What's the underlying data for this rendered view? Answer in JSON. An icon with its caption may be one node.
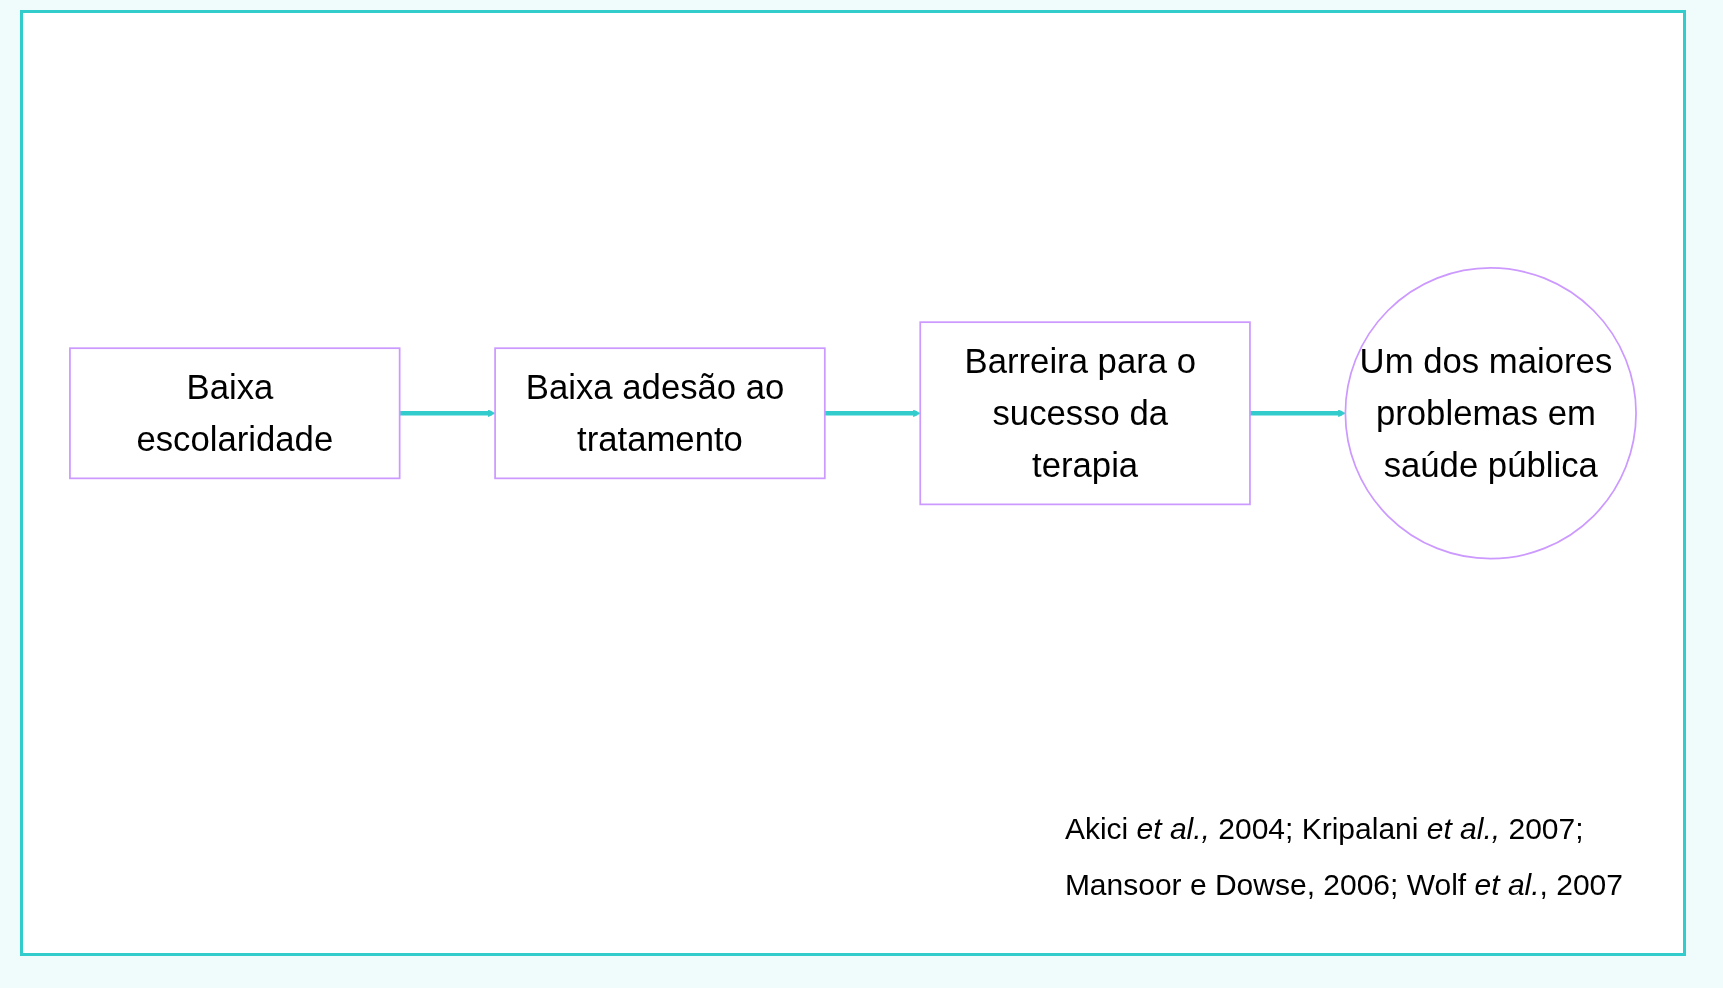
{
  "diagram": {
    "nodes": [
      {
        "text": [
          "Baixa escolaridade"
        ]
      },
      {
        "text": [
          "Baixa adesão ao tratamento"
        ]
      },
      {
        "text": [
          "Barreira para o sucesso da terapia"
        ]
      },
      {
        "text": [
          "Um dos maiores problemas em saúde pública"
        ]
      }
    ],
    "edges": [
      {
        "from": 0,
        "to": 1,
        "arrow": "to"
      },
      {
        "from": 1,
        "to": 2,
        "arrow": "to"
      },
      {
        "from": 2,
        "to": 3,
        "arrow": "to"
      }
    ],
    "labels": [
      "Akici *et al.,* 2004; Kripalani *et al.,* 2007;",
      "Mansoor e Dowse, 2006; Wolf *et al.*, 2007"
    ]
  }
}
